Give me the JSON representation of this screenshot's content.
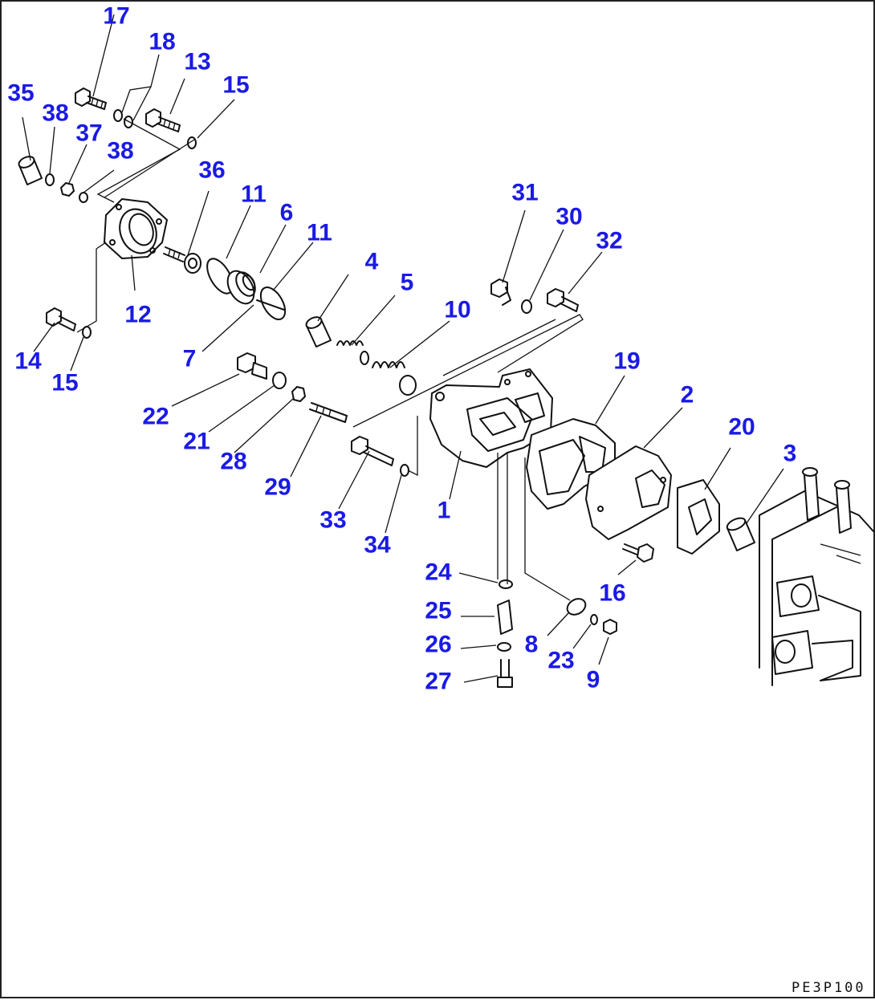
{
  "drawing_code": "PE3P100",
  "callouts": [
    {
      "id": "c17",
      "label": "17"
    },
    {
      "id": "c18",
      "label": "18"
    },
    {
      "id": "c13",
      "label": "13"
    },
    {
      "id": "c15a",
      "label": "15"
    },
    {
      "id": "c35",
      "label": "35"
    },
    {
      "id": "c38a",
      "label": "38"
    },
    {
      "id": "c37",
      "label": "37"
    },
    {
      "id": "c38b",
      "label": "38"
    },
    {
      "id": "c36",
      "label": "36"
    },
    {
      "id": "c11a",
      "label": "11"
    },
    {
      "id": "c6",
      "label": "6"
    },
    {
      "id": "c11b",
      "label": "11"
    },
    {
      "id": "c31",
      "label": "31"
    },
    {
      "id": "c30",
      "label": "30"
    },
    {
      "id": "c32",
      "label": "32"
    },
    {
      "id": "c12",
      "label": "12"
    },
    {
      "id": "c4",
      "label": "4"
    },
    {
      "id": "c5",
      "label": "5"
    },
    {
      "id": "c10",
      "label": "10"
    },
    {
      "id": "c14",
      "label": "14"
    },
    {
      "id": "c15b",
      "label": "15"
    },
    {
      "id": "c7",
      "label": "7"
    },
    {
      "id": "c19",
      "label": "19"
    },
    {
      "id": "c2",
      "label": "2"
    },
    {
      "id": "c22",
      "label": "22"
    },
    {
      "id": "c20",
      "label": "20"
    },
    {
      "id": "c3",
      "label": "3"
    },
    {
      "id": "c21",
      "label": "21"
    },
    {
      "id": "c28",
      "label": "28"
    },
    {
      "id": "c29",
      "label": "29"
    },
    {
      "id": "c1",
      "label": "1"
    },
    {
      "id": "c33",
      "label": "33"
    },
    {
      "id": "c34",
      "label": "34"
    },
    {
      "id": "c24",
      "label": "24"
    },
    {
      "id": "c16",
      "label": "16"
    },
    {
      "id": "c25",
      "label": "25"
    },
    {
      "id": "c26",
      "label": "26"
    },
    {
      "id": "c8",
      "label": "8"
    },
    {
      "id": "c23",
      "label": "23"
    },
    {
      "id": "c27",
      "label": "27"
    },
    {
      "id": "c9",
      "label": "9"
    }
  ]
}
